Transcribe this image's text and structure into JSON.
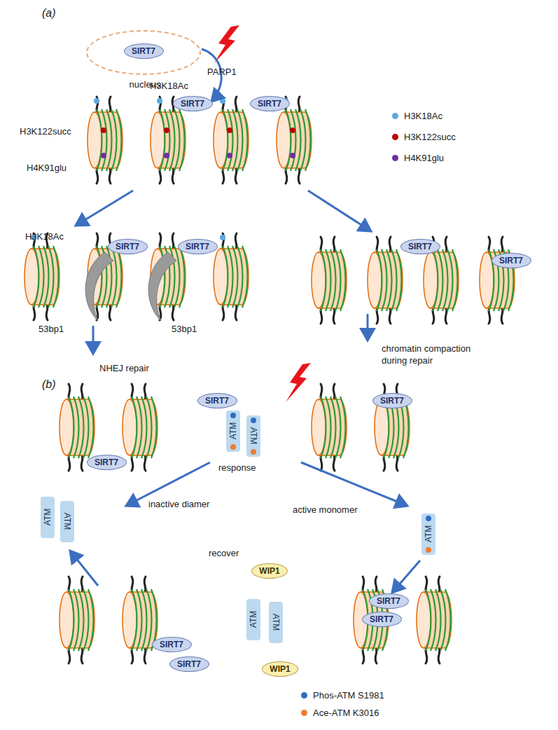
{
  "diagram": {
    "nodes": [
      {
        "text": [
          "nucleus"
        ]
      },
      {
        "text": [
          "SIRT7"
        ],
        "in": 0
      },
      {
        "text": [
          "SIRT7"
        ]
      },
      {
        "text": [
          "SIRT7"
        ]
      },
      {
        "text": [
          "SIRT7"
        ]
      },
      {
        "text": [
          "SIRT7"
        ]
      },
      {
        "text": [
          "SIRT7"
        ]
      },
      {
        "text": [
          "SIRT7"
        ]
      },
      {
        "text": [
          "SIRT7"
        ]
      },
      {
        "text": [
          "SIRT7"
        ]
      },
      {
        "text": [
          "SIRT7"
        ]
      },
      {
        "text": [
          "ATM"
        ]
      },
      {
        "text": [
          "ATM"
        ]
      },
      {
        "text": [
          "ATM"
        ]
      },
      {
        "text": [
          "ATM"
        ]
      },
      {
        "text": [
          "ATM"
        ]
      },
      {
        "text": [
          "WIP1"
        ]
      },
      {
        "text": [
          "ATM"
        ]
      },
      {
        "text": [
          "ATM"
        ]
      },
      {
        "text": [
          "WIP1"
        ]
      },
      {
        "text": [
          "SIRT7"
        ]
      },
      {
        "text": [
          "SIRT7"
        ]
      },
      {
        "text": [
          "SIRT7"
        ]
      },
      {
        "text": [
          "SIRT7"
        ]
      }
    ],
    "labels": [
      "(a)",
      "PARP1",
      "H3K18Ac",
      "H3K122succ",
      "H4K91glu",
      "H3K18Ac",
      "53bp1",
      "53bp1",
      "NHEJ repair",
      "chromatin compaction during repair",
      "(b)",
      "response",
      "inactive diamer",
      "active monomer",
      "recover"
    ],
    "legend": [
      {
        "text": "H3K18Ac",
        "color": "#5aa9e0"
      },
      {
        "text": "H3K122succ",
        "color": "#c00000"
      },
      {
        "text": "H4K91glu",
        "color": "#7030a0"
      },
      {
        "text": "Phos-ATM S1981",
        "color": "#2f6cc4"
      },
      {
        "text": "Ace-ATM K3016",
        "color": "#ed7d31"
      }
    ]
  }
}
